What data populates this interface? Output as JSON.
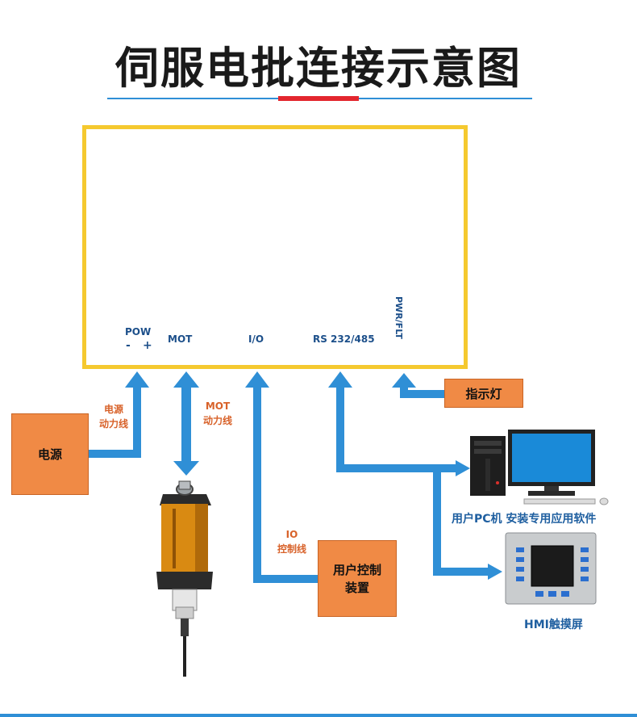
{
  "title": "伺服电批连接示意图",
  "ports": {
    "pow": "POW",
    "pow_minus": "-",
    "pow_plus": "+",
    "mot": "MOT",
    "io": "I/O",
    "rs": "RS 232/485",
    "pwr_flt": "PWR/FLT"
  },
  "boxes": {
    "indicator": "指示灯",
    "power": "电源",
    "user_control": "用户控制\n装置"
  },
  "cables": {
    "power_cable": "电源\n动力线",
    "mot_cable": "MOT\n动力线",
    "io_cable": "IO\n控制线"
  },
  "captions": {
    "pc": "用户PC机  安装专用应用软件",
    "hmi": "HMI触摸屏"
  },
  "colors": {
    "arrow": "#2f8fd6",
    "controller_border": "#f5c92f",
    "box_fill": "#f08a45",
    "accent_red": "#e3262e"
  }
}
